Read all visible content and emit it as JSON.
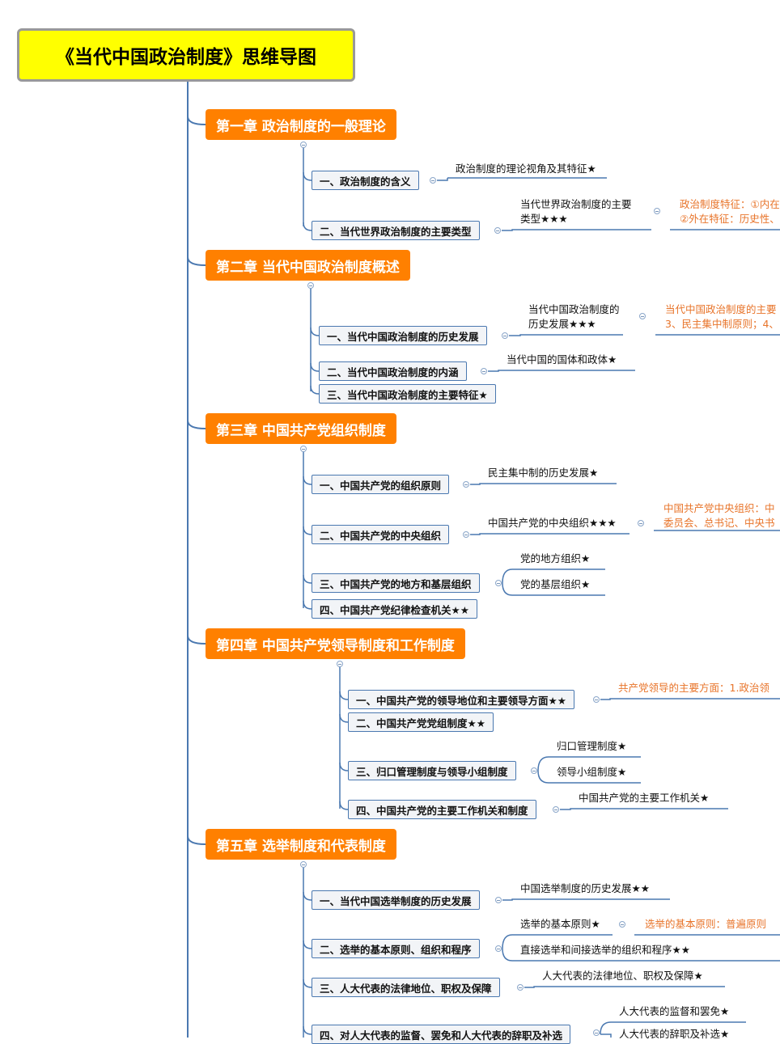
{
  "title": "《当代中国政治制度》思维导图",
  "chapters": [
    {
      "label": "第一章 政治制度的一般理论",
      "sections": [
        {
          "label": "一、政治制度的含义",
          "leaves": [
            "政治制度的理论视角及其特征★"
          ]
        },
        {
          "label": "二、当代世界政治制度的主要类型",
          "leaves": [
            "当代世界政治制度的主要\n类型★★★"
          ],
          "note": "政治制度特征：①内在\n②外在特征：历史性、"
        }
      ]
    },
    {
      "label": "第二章 当代中国政治制度概述",
      "sections": [
        {
          "label": "一、当代中国政治制度的历史发展",
          "leaves": [
            "当代中国政治制度的\n历史发展★★★"
          ],
          "note": "当代中国政治制度的主要\n3、民主集中制原则；4、"
        },
        {
          "label": "二、当代中国政治制度的内涵",
          "leaves": [
            "当代中国的国体和政体★"
          ]
        },
        {
          "label": "三、当代中国政治制度的主要特征★",
          "leaves": []
        }
      ]
    },
    {
      "label": "第三章 中国共产党组织制度",
      "sections": [
        {
          "label": "一、中国共产党的组织原则",
          "leaves": [
            "民主集中制的历史发展★"
          ]
        },
        {
          "label": "二、中国共产党的中央组织",
          "leaves": [
            "中国共产党的中央组织★★★"
          ],
          "note": "中国共产党中央组织：中\n委员会、总书记、中央书"
        },
        {
          "label": "三、中国共产党的地方和基层组织",
          "leaves": [
            "党的地方组织★",
            "党的基层组织★"
          ]
        },
        {
          "label": "四、中国共产党纪律检查机关★★",
          "leaves": []
        }
      ]
    },
    {
      "label": "第四章 中国共产党领导制度和工作制度",
      "sections": [
        {
          "label": "一、中国共产党的领导地位和主要领导方面★★",
          "leaves": [],
          "note": "共产党领导的主要方面：1.政治领"
        },
        {
          "label": "二、中国共产党党组制度★★",
          "leaves": []
        },
        {
          "label": "三、归口管理制度与领导小组制度",
          "leaves": [
            "归口管理制度★",
            "领导小组制度★"
          ]
        },
        {
          "label": "四、中国共产党的主要工作机关和制度",
          "leaves": [
            "中国共产党的主要工作机关★"
          ]
        }
      ]
    },
    {
      "label": "第五章 选举制度和代表制度",
      "sections": [
        {
          "label": "一、当代中国选举制度的历史发展",
          "leaves": [
            "中国选举制度的历史发展★★"
          ]
        },
        {
          "label": "二、选举的基本原则、组织和程序",
          "leaves": [
            "选举的基本原则★",
            "直接选举和间接选举的组织和程序★★"
          ],
          "note": "选举的基本原则：普遍原则"
        },
        {
          "label": "三、人大代表的法律地位、职权及保障",
          "leaves": [
            "人大代表的法律地位、职权及保障★"
          ]
        },
        {
          "label": "四、对人大代表的监督、罢免和人大代表的辞职及补选",
          "leaves": [
            "人大代表的监督和罢免★",
            "人大代表的辞职及补选★"
          ]
        }
      ]
    }
  ],
  "colors": {
    "root_fill": "#ffff00",
    "chapter_fill": "#ff8000",
    "line": "#4a78b0",
    "note_text": "#e8742a"
  }
}
